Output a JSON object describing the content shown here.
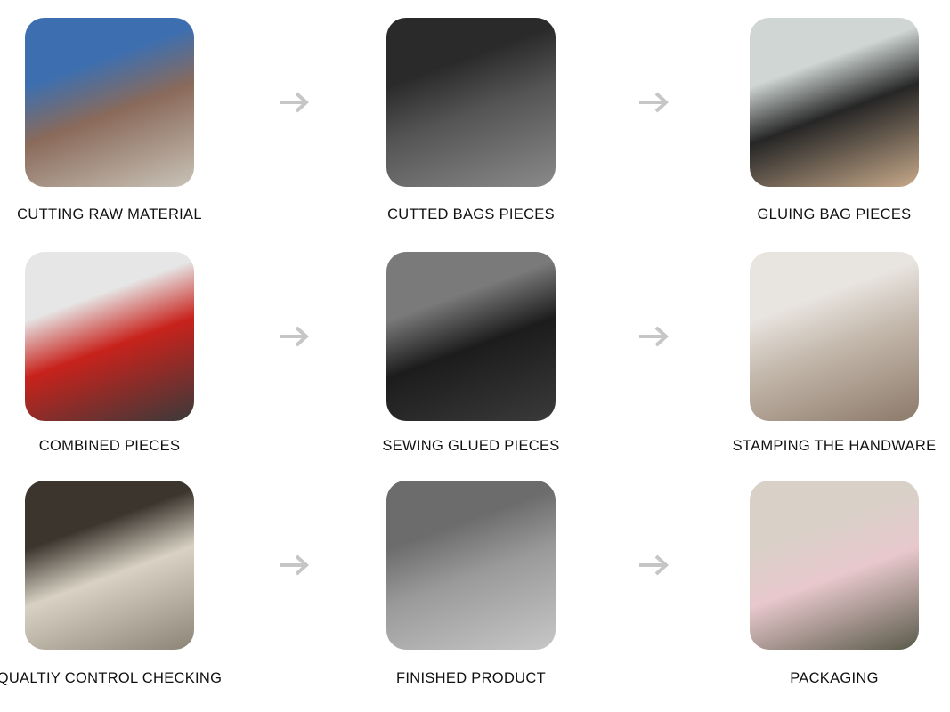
{
  "steps": [
    {
      "label": "CUTTING RAW MATERIAL",
      "colors": [
        "#3d6fb0",
        "#8a6a5a",
        "#c9c3b8"
      ]
    },
    {
      "label": "CUTTED BAGS PIECES",
      "colors": [
        "#2a2a2a",
        "#555555",
        "#8a8a8a"
      ]
    },
    {
      "label": "GLUING BAG PIECES",
      "colors": [
        "#cfd6d4",
        "#262626",
        "#c7a98a"
      ]
    },
    {
      "label": "COMBINED PIECES",
      "colors": [
        "#e6e6e6",
        "#c8221c",
        "#3a3a3a"
      ]
    },
    {
      "label": "SEWING GLUED PIECES",
      "colors": [
        "#7a7a7a",
        "#1c1c1c",
        "#3a3a3a"
      ]
    },
    {
      "label": "STAMPING THE HANDWARE",
      "colors": [
        "#e8e4df",
        "#c4b8ac",
        "#8c7a6a"
      ]
    },
    {
      "label": "QUALTIY CONTROL CHECKING",
      "colors": [
        "#3b352e",
        "#d9d2c4",
        "#8d8478"
      ]
    },
    {
      "label": "FINISHED PRODUCT",
      "colors": [
        "#6c6c6c",
        "#9a9a9a",
        "#c7c7c7"
      ]
    },
    {
      "label": "PACKAGING",
      "colors": [
        "#d9d0c8",
        "#e8c8cc",
        "#5a5a4a"
      ]
    }
  ],
  "arrow_color": "#c6c6c6"
}
